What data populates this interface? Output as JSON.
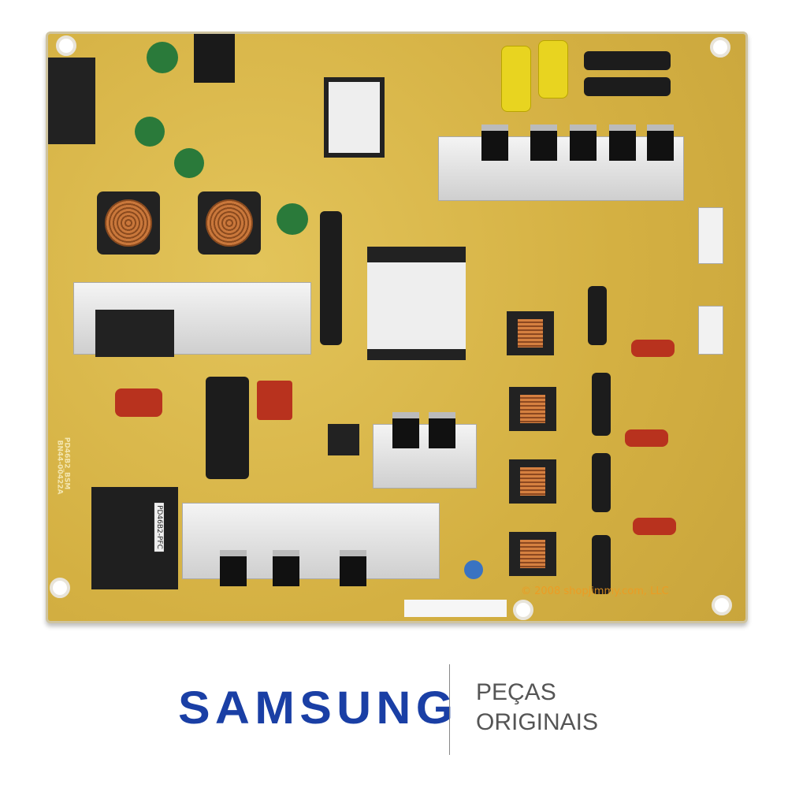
{
  "board": {
    "model_marking": "PD46B2_BSM",
    "part_number": "BN44-00422A",
    "transformer_marking": "PD46B2-PFC",
    "watermark": "© 2008 shopjimmy.com, LLC"
  },
  "logo": {
    "brand": "SAMSUNG",
    "brand_color": "#1a3fa5"
  },
  "caption": {
    "line1": "PEÇAS",
    "line2": "ORIGINAIS"
  }
}
